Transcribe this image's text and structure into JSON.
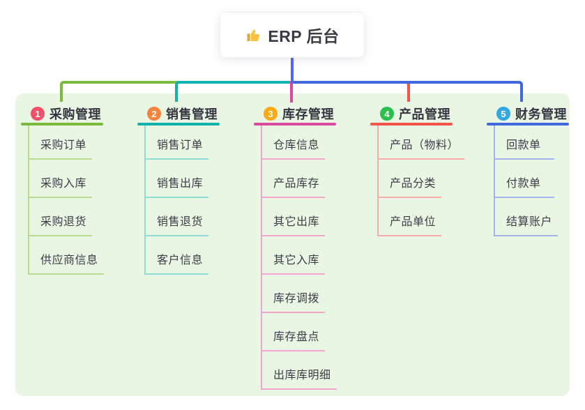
{
  "root": {
    "title": "ERP 后台",
    "icon": "thumbs-up",
    "connector_color": "#5468ee"
  },
  "panel": {
    "bg": "#e9f6e4"
  },
  "branches": [
    {
      "badge": "1",
      "badge_color": "#f1506a",
      "label": "采购管理",
      "color": "#7cba3f",
      "light": "#b9dc90",
      "children": [
        "采购订单",
        "采购入库",
        "采购退货",
        "供应商信息"
      ]
    },
    {
      "badge": "2",
      "badge_color": "#f5823d",
      "label": "销售管理",
      "color": "#13b2ab",
      "light": "#8fdcd4",
      "children": [
        "销售订单",
        "销售出库",
        "销售退货",
        "客户信息"
      ]
    },
    {
      "badge": "3",
      "badge_color": "#f9ab17",
      "label": "库存管理",
      "color": "#da4a9c",
      "light": "#f0a4ce",
      "children": [
        "仓库信息",
        "产品库存",
        "其它出库",
        "其它入库",
        "库存调拨",
        "库存盘点",
        "出库库明细"
      ]
    },
    {
      "badge": "4",
      "badge_color": "#2ac04e",
      "label": "产品管理",
      "color": "#f4544e",
      "light": "#f8aba3",
      "children": [
        "产品（物料）",
        "产品分类",
        "产品单位"
      ]
    },
    {
      "badge": "5",
      "badge_color": "#31a8e3",
      "label": "财务管理",
      "color": "#4168dc",
      "light": "#a2b5e8",
      "children": [
        "回款单",
        "付款单",
        "结算账户"
      ]
    }
  ]
}
